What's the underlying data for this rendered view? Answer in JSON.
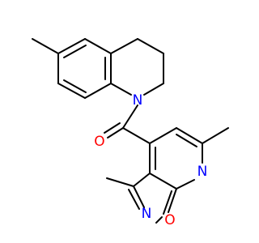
{
  "molecule": {
    "atoms": {
      "n_amide": {
        "label": "N",
        "color": "#0000ff"
      },
      "o_carbonyl": {
        "label": "O",
        "color": "#ff0000"
      },
      "n_pyridine": {
        "label": "N",
        "color": "#0000ff"
      },
      "n_isoxazole": {
        "label": "N",
        "color": "#0000ff"
      },
      "o_isoxazole": {
        "label": "O",
        "color": "#ff0000"
      }
    },
    "bond_color": "#000000"
  }
}
